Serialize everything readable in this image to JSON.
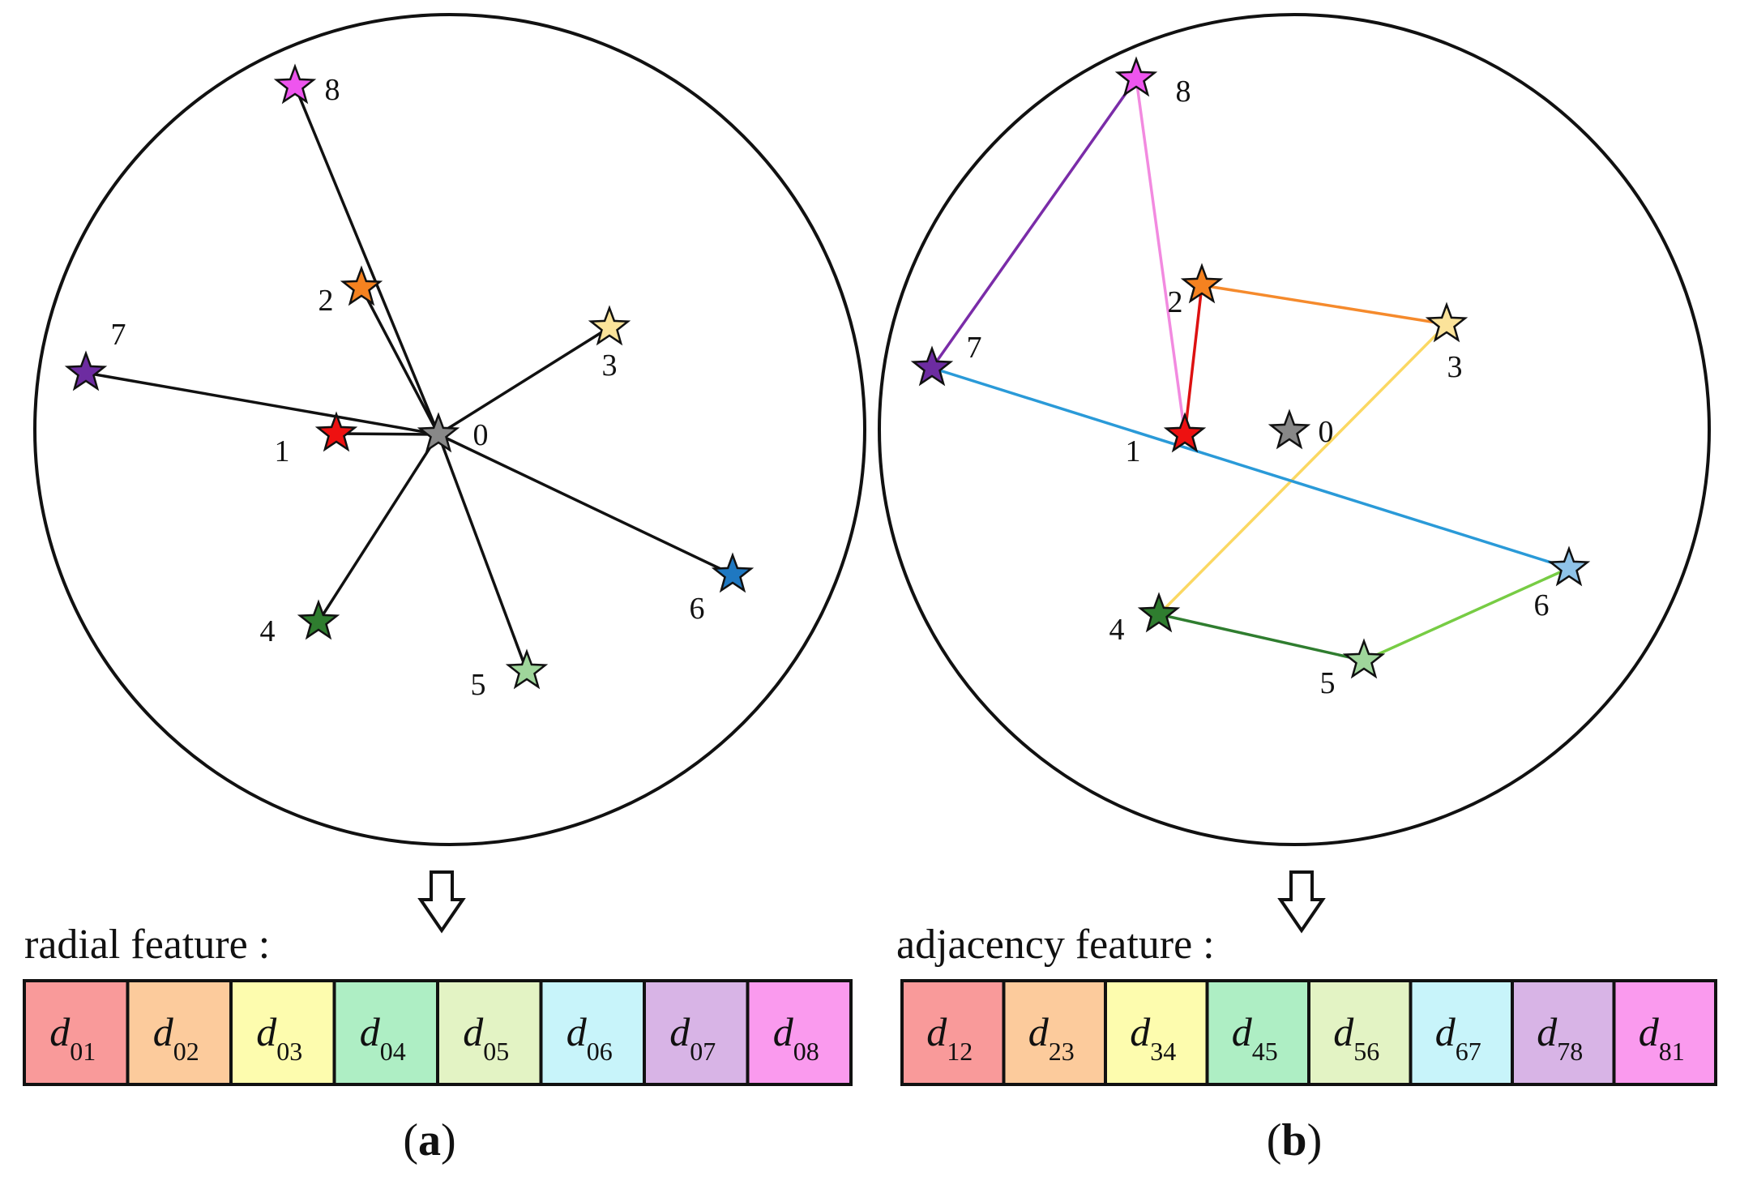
{
  "panels": [
    {
      "id": "a",
      "letter": "a",
      "feature_label": "radial feature :",
      "points": [
        {
          "num": "0",
          "color": "#888888"
        },
        {
          "num": "1",
          "color": "#ee1111"
        },
        {
          "num": "2",
          "color": "#f58220"
        },
        {
          "num": "3",
          "color": "#fbe39a"
        },
        {
          "num": "4",
          "color": "#2f7d2f"
        },
        {
          "num": "5",
          "color": "#9fd69b"
        },
        {
          "num": "6",
          "color": "#1f78c1"
        },
        {
          "num": "7",
          "color": "#6d2ca1"
        },
        {
          "num": "8",
          "color": "#ee55ee"
        }
      ],
      "edges": [
        {
          "from": "0",
          "to": "1",
          "color": "#111111"
        },
        {
          "from": "0",
          "to": "2",
          "color": "#111111"
        },
        {
          "from": "0",
          "to": "3",
          "color": "#111111"
        },
        {
          "from": "0",
          "to": "4",
          "color": "#111111"
        },
        {
          "from": "0",
          "to": "5",
          "color": "#111111"
        },
        {
          "from": "0",
          "to": "6",
          "color": "#111111"
        },
        {
          "from": "0",
          "to": "7",
          "color": "#111111"
        },
        {
          "from": "0",
          "to": "8",
          "color": "#111111"
        }
      ],
      "cells": [
        {
          "d": "d",
          "sub": "01",
          "color": "#f99a9a"
        },
        {
          "d": "d",
          "sub": "02",
          "color": "#fccb9c"
        },
        {
          "d": "d",
          "sub": "03",
          "color": "#fdfcae"
        },
        {
          "d": "d",
          "sub": "04",
          "color": "#aeeec4"
        },
        {
          "d": "d",
          "sub": "05",
          "color": "#e3f3c4"
        },
        {
          "d": "d",
          "sub": "06",
          "color": "#c8f4fa"
        },
        {
          "d": "d",
          "sub": "07",
          "color": "#d8b4e6"
        },
        {
          "d": "d",
          "sub": "08",
          "color": "#fa9aee"
        }
      ]
    },
    {
      "id": "b",
      "letter": "b",
      "feature_label": "adjacency feature :",
      "points": [
        {
          "num": "0",
          "color": "#888888"
        },
        {
          "num": "1",
          "color": "#ee1111"
        },
        {
          "num": "2",
          "color": "#f58220"
        },
        {
          "num": "3",
          "color": "#fbe39a"
        },
        {
          "num": "4",
          "color": "#2f7d2f"
        },
        {
          "num": "5",
          "color": "#9fd69b"
        },
        {
          "num": "6",
          "color": "#8fc3e8"
        },
        {
          "num": "7",
          "color": "#6d2ca1"
        },
        {
          "num": "8",
          "color": "#ee55ee"
        }
      ],
      "edges": [
        {
          "from": "1",
          "to": "2",
          "color": "#dd1111"
        },
        {
          "from": "2",
          "to": "3",
          "color": "#f58a2c"
        },
        {
          "from": "3",
          "to": "4",
          "color": "#fbd862"
        },
        {
          "from": "4",
          "to": "5",
          "color": "#2f7d2f"
        },
        {
          "from": "5",
          "to": "6",
          "color": "#77cc44"
        },
        {
          "from": "6",
          "to": "7",
          "color": "#2a9ad8"
        },
        {
          "from": "7",
          "to": "8",
          "color": "#7a2ca8"
        },
        {
          "from": "8",
          "to": "1",
          "color": "#f28ae0"
        }
      ],
      "cells": [
        {
          "d": "d",
          "sub": "12",
          "color": "#f99a9a"
        },
        {
          "d": "d",
          "sub": "23",
          "color": "#fccb9c"
        },
        {
          "d": "d",
          "sub": "34",
          "color": "#fdfcae"
        },
        {
          "d": "d",
          "sub": "45",
          "color": "#aeeec4"
        },
        {
          "d": "d",
          "sub": "56",
          "color": "#e3f3c4"
        },
        {
          "d": "d",
          "sub": "67",
          "color": "#c8f4fa"
        },
        {
          "d": "d",
          "sub": "78",
          "color": "#d8b4e6"
        },
        {
          "d": "d",
          "sub": "81",
          "color": "#fa9aee"
        }
      ]
    }
  ]
}
